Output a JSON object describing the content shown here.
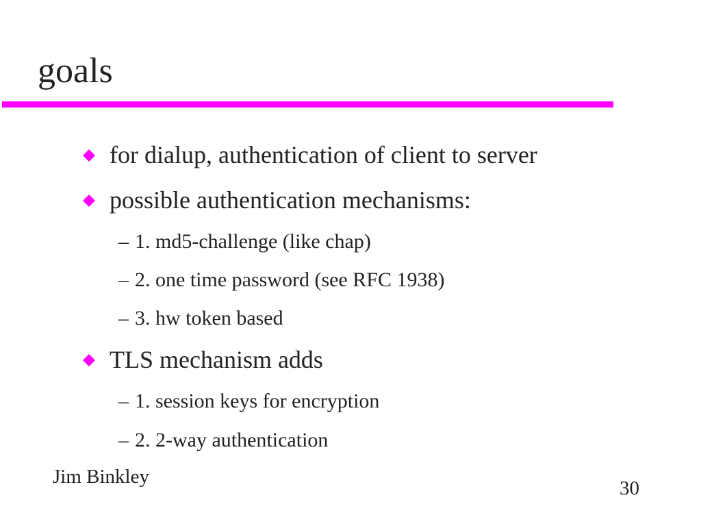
{
  "slide": {
    "title": "goals",
    "accent_color": "#ff00ff",
    "bullet_icon": "diamond-bullet-icon",
    "items": [
      {
        "level": 1,
        "text": "for dialup, authentication of client to server"
      },
      {
        "level": 1,
        "text": "possible authentication mechanisms:"
      },
      {
        "level": 2,
        "dash": "–",
        "text": "1. md5-challenge (like chap)"
      },
      {
        "level": 2,
        "dash": "–",
        "text": "2. one time password (see RFC 1938)"
      },
      {
        "level": 2,
        "dash": "–",
        "text": "3. hw token based"
      },
      {
        "level": 1,
        "text": "TLS mechanism adds"
      },
      {
        "level": 2,
        "dash": "–",
        "text": "1. session keys for encryption"
      },
      {
        "level": 2,
        "dash": "–",
        "text": "2. 2-way authentication"
      }
    ],
    "footer": {
      "author": "Jim Binkley",
      "page_number": "30"
    }
  }
}
